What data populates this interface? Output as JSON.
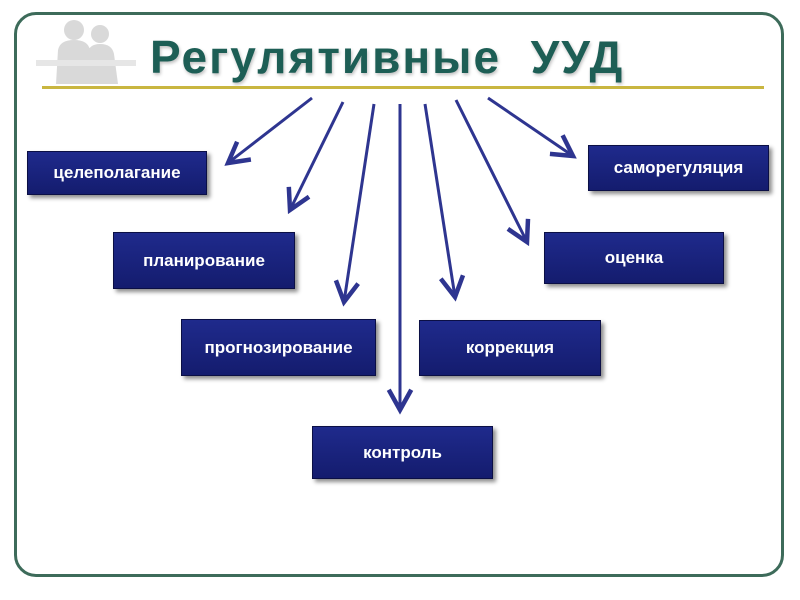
{
  "title": "Регулятивные  УУД",
  "boxes": {
    "celepolaganie": "целеполагание",
    "planirovanie": "планирование",
    "prognozirovanie": "прогнозирование",
    "kontrol": "контроль",
    "korrekciya": "коррекция",
    "ocenka": "оценка",
    "samoregulyaciya": "саморегуляция"
  },
  "colors": {
    "frame": "#3d6b5a",
    "title": "#1d5e55",
    "rule": "#c9b640",
    "box": "#1a2380",
    "arrow": "#2e3590"
  }
}
